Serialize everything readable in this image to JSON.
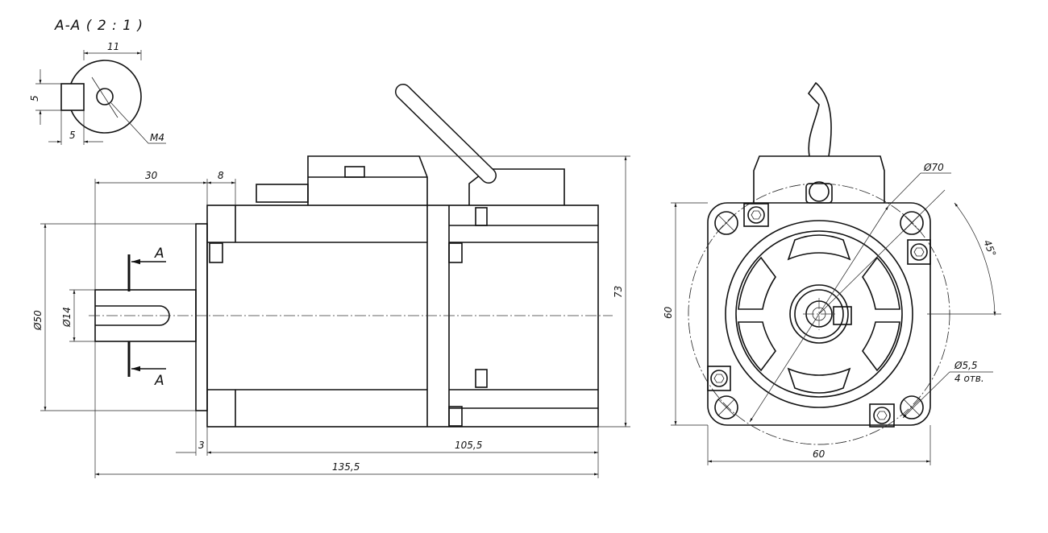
{
  "section": {
    "title": "A-A ( 2 : 1 )",
    "dim_width": "11",
    "dim_key_height": "5",
    "dim_key_width": "5",
    "thread": "M4"
  },
  "side_view": {
    "dim_shaft_length": "30",
    "dim_flange": "8",
    "dim_pilot_dia": "Ø50",
    "dim_shaft_dia": "Ø14",
    "dim_height": "73",
    "dim_flange_thickness": "3",
    "dim_body_length": "105,5",
    "dim_total_length": "135,5",
    "section_mark": "A"
  },
  "front_view": {
    "dim_bolt_circle": "Ø70",
    "dim_angle": "45°",
    "dim_hole": "Ø5,5",
    "dim_hole_count": "4 отв.",
    "dim_height": "60",
    "dim_width": "60"
  }
}
